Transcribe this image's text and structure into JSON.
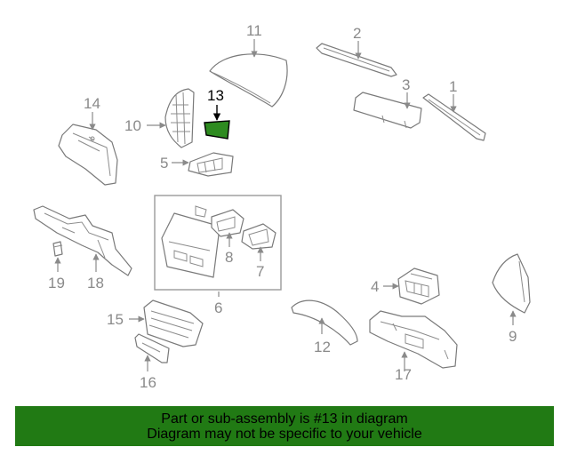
{
  "diagram": {
    "highlighted_part": "13",
    "callouts": {
      "p1": "1",
      "p2": "2",
      "p3": "3",
      "p4": "4",
      "p5": "5",
      "p6": "6",
      "p7": "7",
      "p8": "8",
      "p9": "9",
      "p10": "10",
      "p11": "11",
      "p12": "12",
      "p13": "13",
      "p14": "14",
      "p15": "15",
      "p16": "16",
      "p17": "17",
      "p18": "18",
      "p19": "19"
    }
  },
  "banner": {
    "line1": "Part or sub-assembly is #13 in diagram",
    "line2": "Diagram may not be specific to your vehicle",
    "background": "#217a14",
    "text_color": "#000000"
  },
  "colors": {
    "highlight_fill": "#2e8b20",
    "line": "#7a7a7a"
  }
}
